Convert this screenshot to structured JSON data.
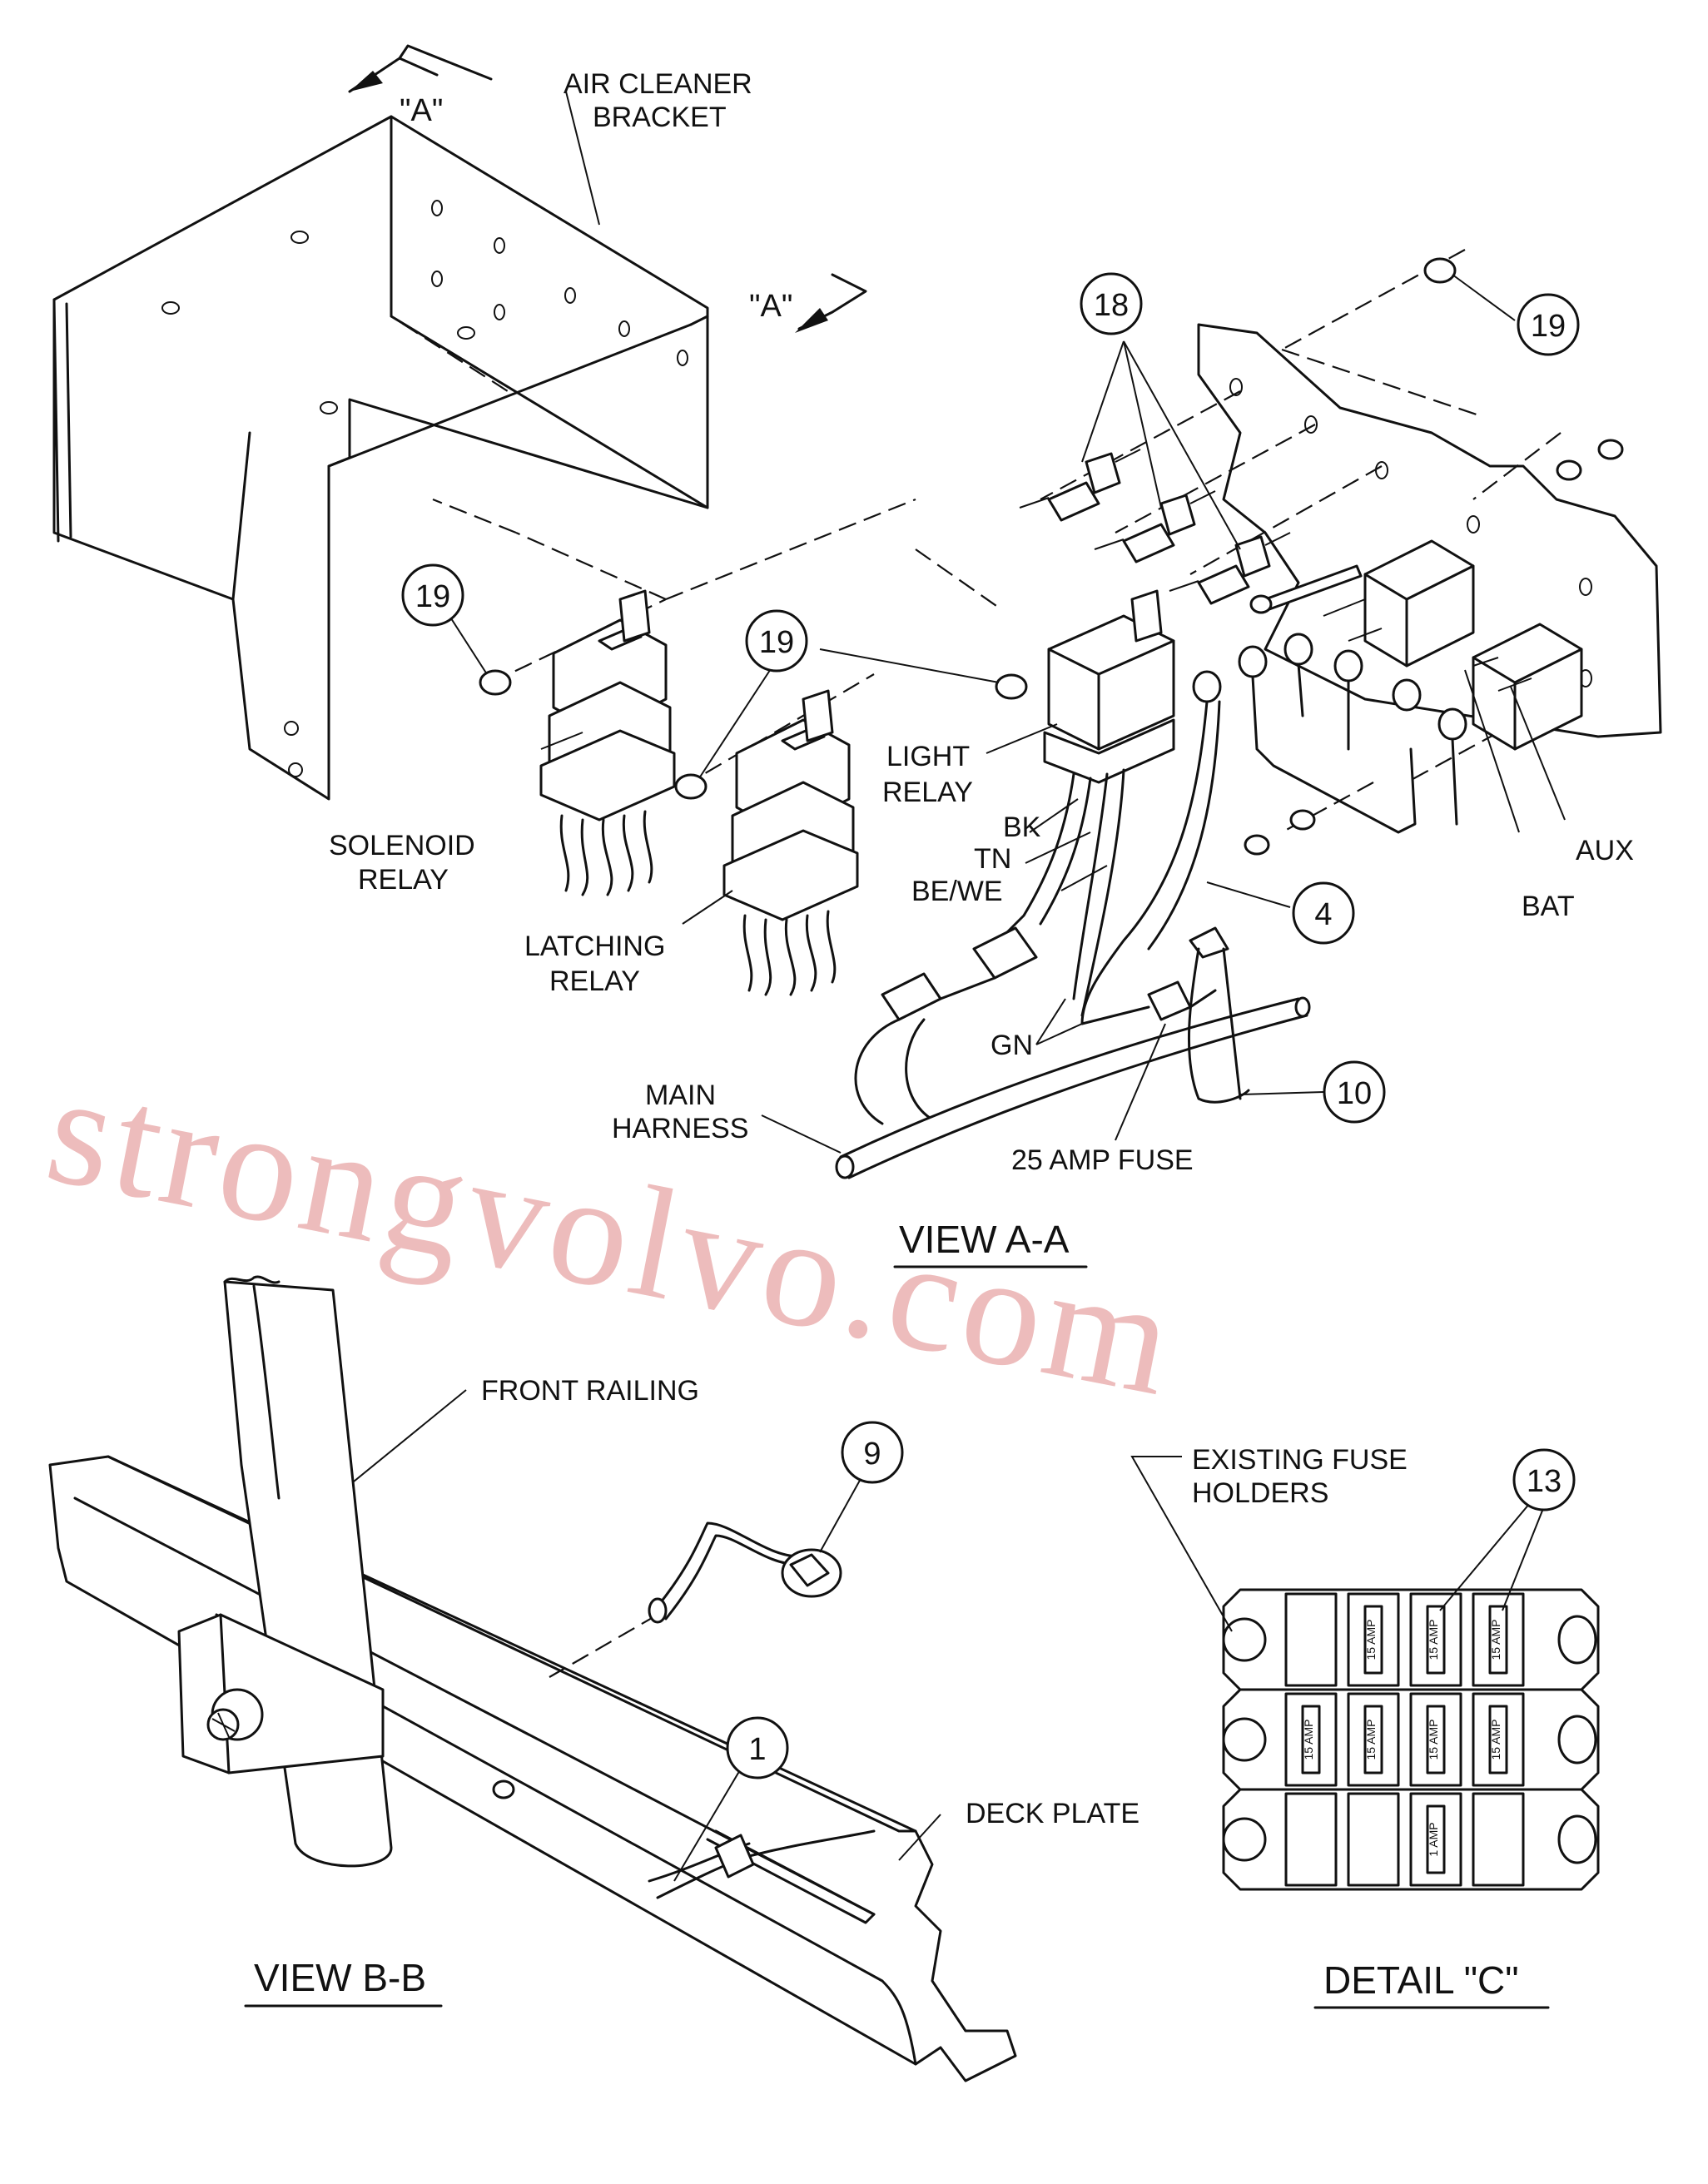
{
  "labels": {
    "air_cleaner_bracket_1": "AIR CLEANER",
    "air_cleaner_bracket_2": "BRACKET",
    "view_marker_top": "\"A\"",
    "view_marker_right": "\"A\"",
    "solenoid_relay_1": "SOLENOID",
    "solenoid_relay_2": "RELAY",
    "latching_relay_1": "LATCHING",
    "latching_relay_2": "RELAY",
    "light_relay_1": "LIGHT",
    "light_relay_2": "RELAY",
    "wire_bk": "BK",
    "wire_tn": "TN",
    "wire_bewe": "BE/WE",
    "wire_gn": "GN",
    "main_harness_1": "MAIN",
    "main_harness_2": "HARNESS",
    "fuse_25": "25 AMP FUSE",
    "bat": "BAT",
    "aux": "AUX",
    "front_railing": "FRONT RAILING",
    "deck_plate": "DECK PLATE",
    "existing_fuse_1": "EXISTING FUSE",
    "existing_fuse_2": "HOLDERS"
  },
  "fuse_values": {
    "amp15": "15 AMP",
    "amp1": "1 AMP"
  },
  "callouts": {
    "c1": "1",
    "c4": "4",
    "c9": "9",
    "c10": "10",
    "c13": "13",
    "c18": "18",
    "c19_right": "19",
    "c19_left": "19",
    "c19_mid": "19"
  },
  "views": {
    "view_aa": "VIEW A-A",
    "view_bb": "VIEW B-B",
    "detail_c": "DETAIL \"C\""
  },
  "watermark": "strongvolvo.com"
}
